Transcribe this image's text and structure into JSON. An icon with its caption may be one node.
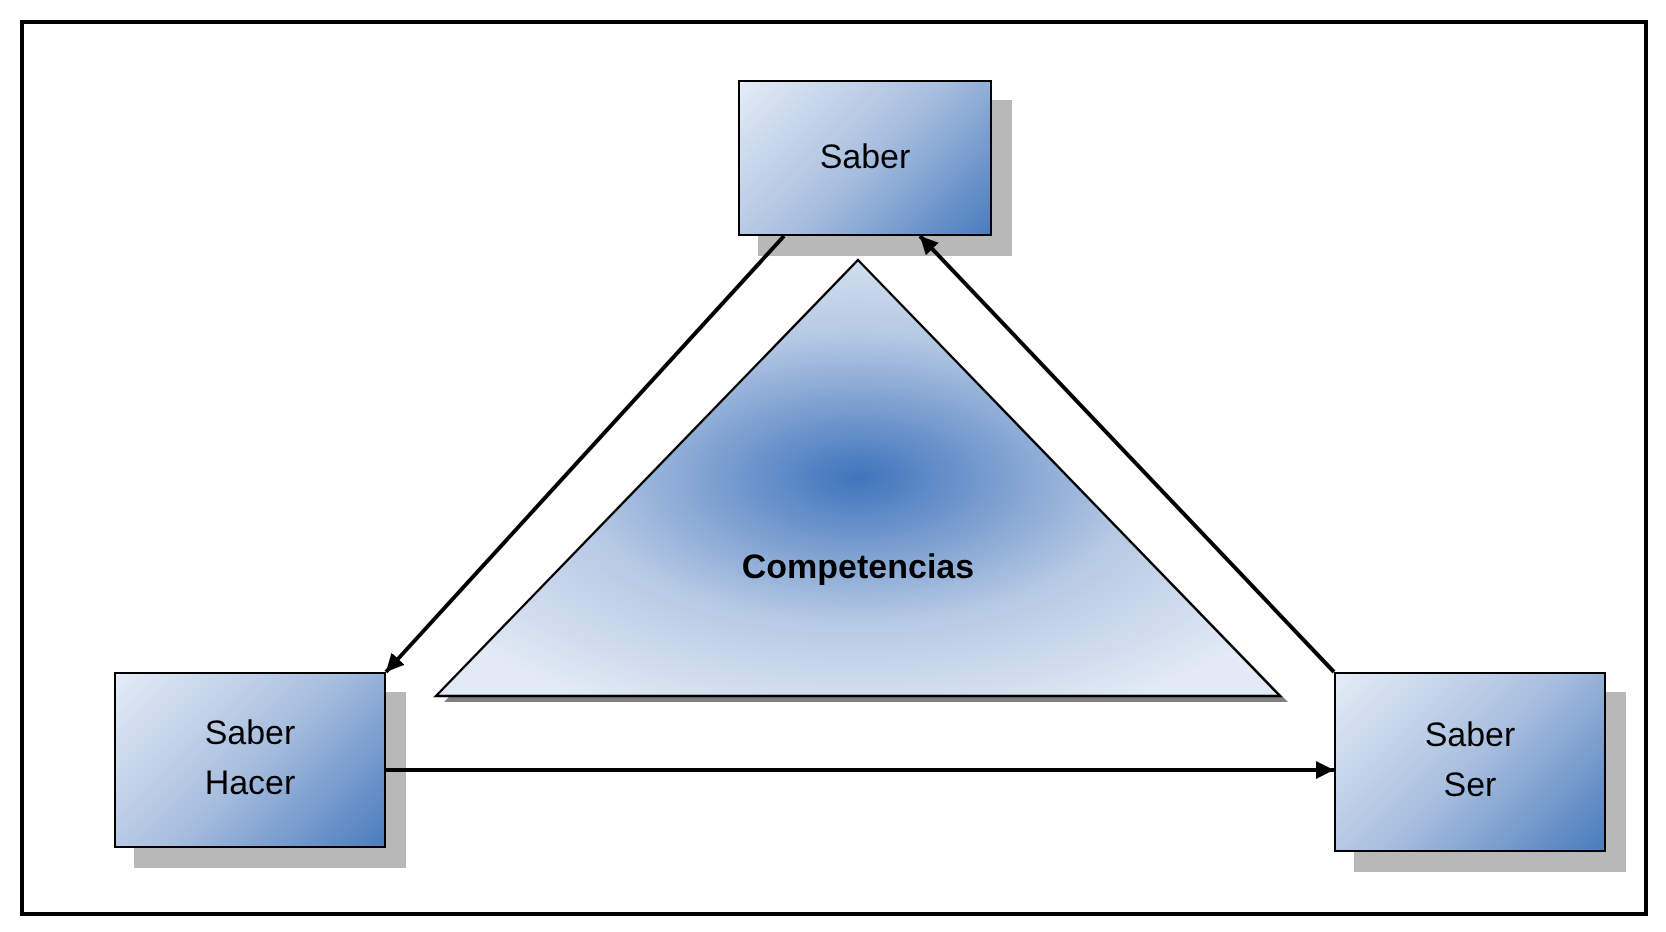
{
  "diagram": {
    "nodes": [
      {
        "text": [
          "Saber"
        ]
      },
      {
        "text": [
          "Saber Hacer"
        ]
      },
      {
        "text": [
          "Saber Ser"
        ]
      },
      {
        "text": [
          "Competencias"
        ]
      }
    ],
    "edges": [
      {
        "from": 0,
        "to": 1,
        "arrow": "to"
      },
      {
        "from": 1,
        "to": 2,
        "arrow": "to"
      },
      {
        "from": 2,
        "to": 0,
        "arrow": "to"
      }
    ]
  }
}
